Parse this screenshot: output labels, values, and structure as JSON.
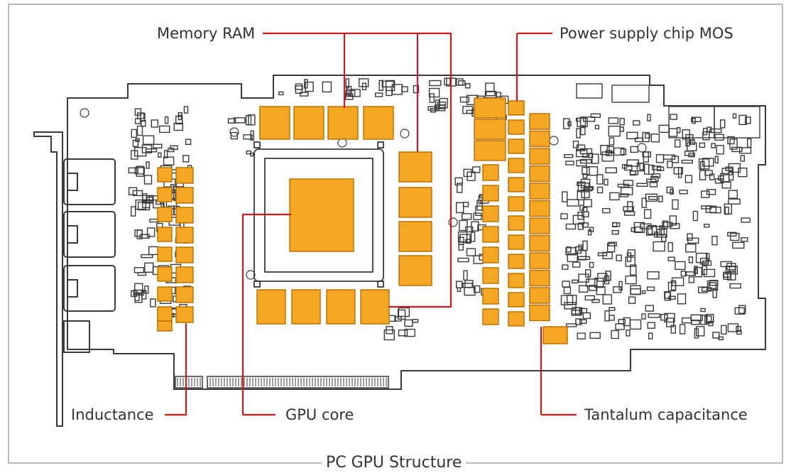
{
  "title": "PC GPU Structure",
  "labels": {
    "memory": "Memory RAM",
    "power": "Power supply chip MOS",
    "inductance": "Inductance",
    "gpu_core": "GPU core",
    "tantalum": "Tantalum capacitance"
  },
  "colors": {
    "component": "#f5a623",
    "component_stroke": "#b86e00",
    "leader": "#d0181f",
    "outline": "#3a3a3a",
    "frame": "#8a8a8a"
  }
}
